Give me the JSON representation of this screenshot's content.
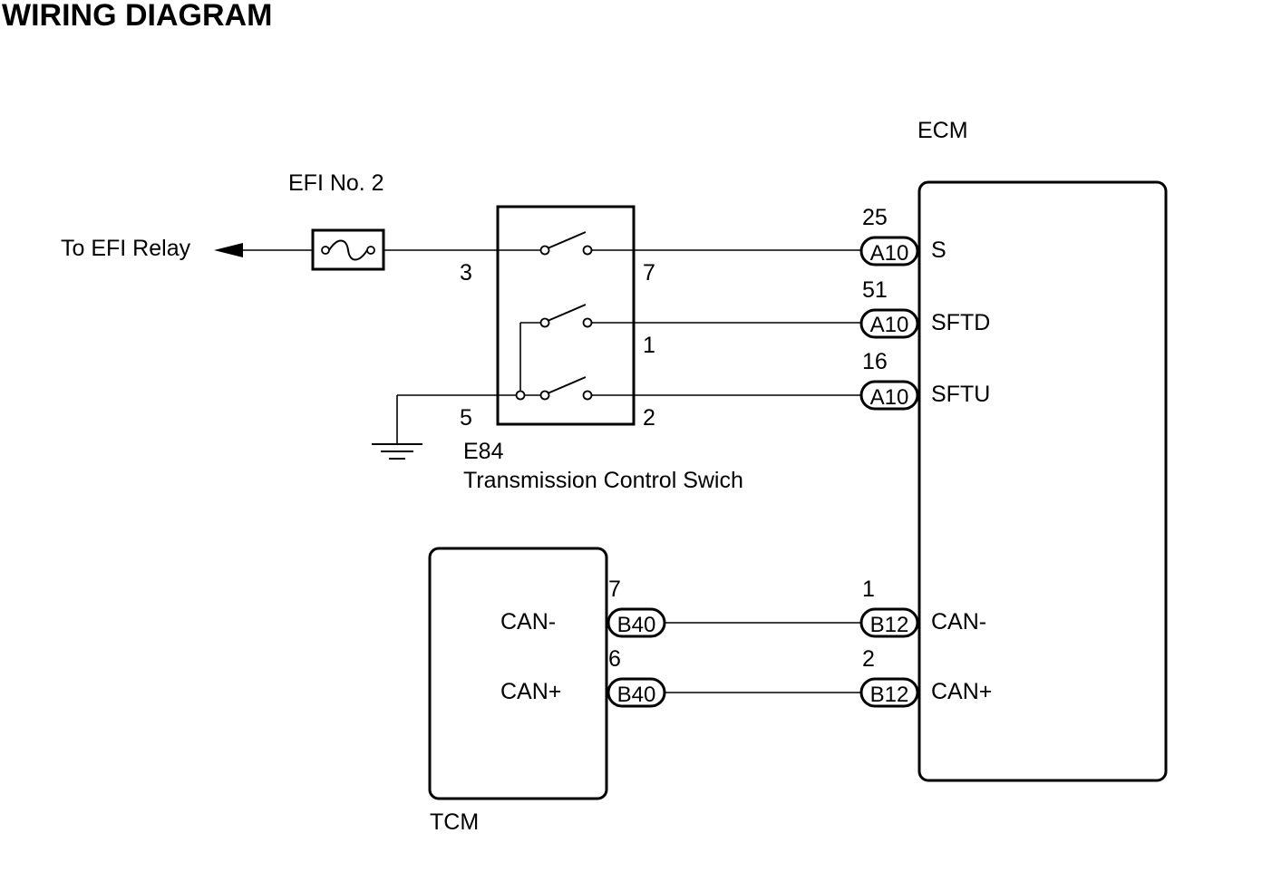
{
  "page_title": "WIRING DIAGRAM",
  "efi_relay_label": "To EFI Relay",
  "fuse_label": "EFI No. 2",
  "switch": {
    "code": "E84",
    "name": "Transmission Control Swich",
    "pin_3": "3",
    "pin_7": "7",
    "pin_1": "1",
    "pin_5": "5",
    "pin_2": "2"
  },
  "ecm": {
    "label": "ECM",
    "pins": [
      {
        "number": "25",
        "connector": "A10",
        "signal": "S"
      },
      {
        "number": "51",
        "connector": "A10",
        "signal": "SFTD"
      },
      {
        "number": "16",
        "connector": "A10",
        "signal": "SFTU"
      },
      {
        "number": "1",
        "connector": "B12",
        "signal": "CAN-"
      },
      {
        "number": "2",
        "connector": "B12",
        "signal": "CAN+"
      }
    ]
  },
  "tcm": {
    "label": "TCM",
    "pins": [
      {
        "number": "7",
        "connector": "B40",
        "signal": "CAN-"
      },
      {
        "number": "6",
        "connector": "B40",
        "signal": "CAN+"
      }
    ]
  }
}
